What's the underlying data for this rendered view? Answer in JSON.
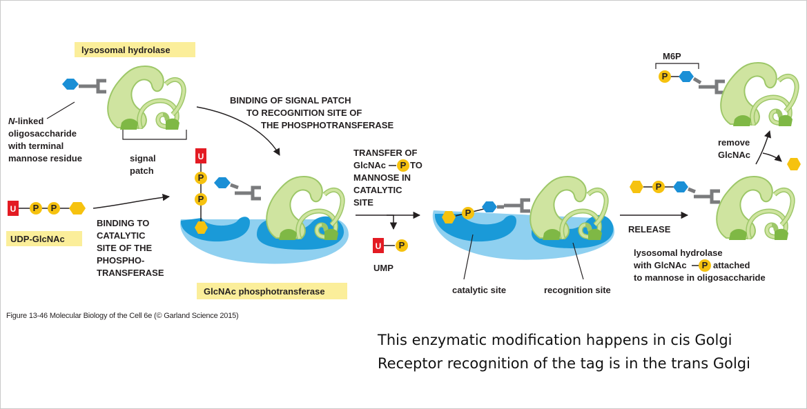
{
  "colors": {
    "hydrolase_fill": "#cfe4a0",
    "hydrolase_stroke": "#9dc768",
    "signal_patch": "#7fb845",
    "enzyme_blue": "#1a9ad8",
    "enzyme_light": "#8fd0f0",
    "mannose_blue": "#1a8fd6",
    "glcnac_yellow": "#f6c20f",
    "phosphate_yellow": "#f6c20f",
    "uridine_red": "#e31b23",
    "label_highlight": "#fbee9a",
    "linker_gray": "#7a7b7d"
  },
  "labels": {
    "lysosomal_hydrolase": "lysosomal hydrolase",
    "n_linked_italic": "N",
    "n_linked_rest": "-linked",
    "oligosaccharide": "oligosaccharide",
    "with_terminal": "with terminal",
    "mannose_residue": "mannose residue",
    "signal": "signal",
    "patch": "patch",
    "binding_signal_1": "BINDING OF SIGNAL PATCH",
    "binding_signal_2": "TO RECOGNITION SITE OF",
    "binding_signal_3": "THE PHOSPHOTRANSFERASE",
    "udp_glcnac": "UDP-GlcNAc",
    "binding_to": "BINDING TO",
    "catalytic": "CATALYTIC",
    "site_of_the": "SITE OF THE",
    "phospho": "PHOSPHO-",
    "transferase": "TRANSFERASE",
    "glcnac_phosphotransferase": "GlcNAc phosphotransferase",
    "transfer_of": "TRANSFER OF",
    "glcnac_word": "GlcNAc",
    "to_word": "TO",
    "mannose_in": "MANNOSE IN",
    "catalytic2": "CATALYTIC",
    "site2": "SITE",
    "ump": "UMP",
    "catalytic_site": "catalytic site",
    "recognition_site": "recognition site",
    "release": "RELEASE",
    "m6p": "M6P",
    "remove": "remove",
    "glcnac_remove": "GlcNAc",
    "lh_with_1": "lysosomal hydrolase",
    "lh_with_2a": "with GlcNAc",
    "lh_with_2b": "attached",
    "lh_with_3": "to mannose in oligosaccharide",
    "u": "U",
    "p": "P"
  },
  "caption": "Figure 13-46  Molecular Biology of the Cell 6e (© Garland Science 2015)",
  "notes": [
    "This enzymatic modification happens in cis Golgi",
    "Receptor recognition of the tag is in the trans Golgi"
  ]
}
